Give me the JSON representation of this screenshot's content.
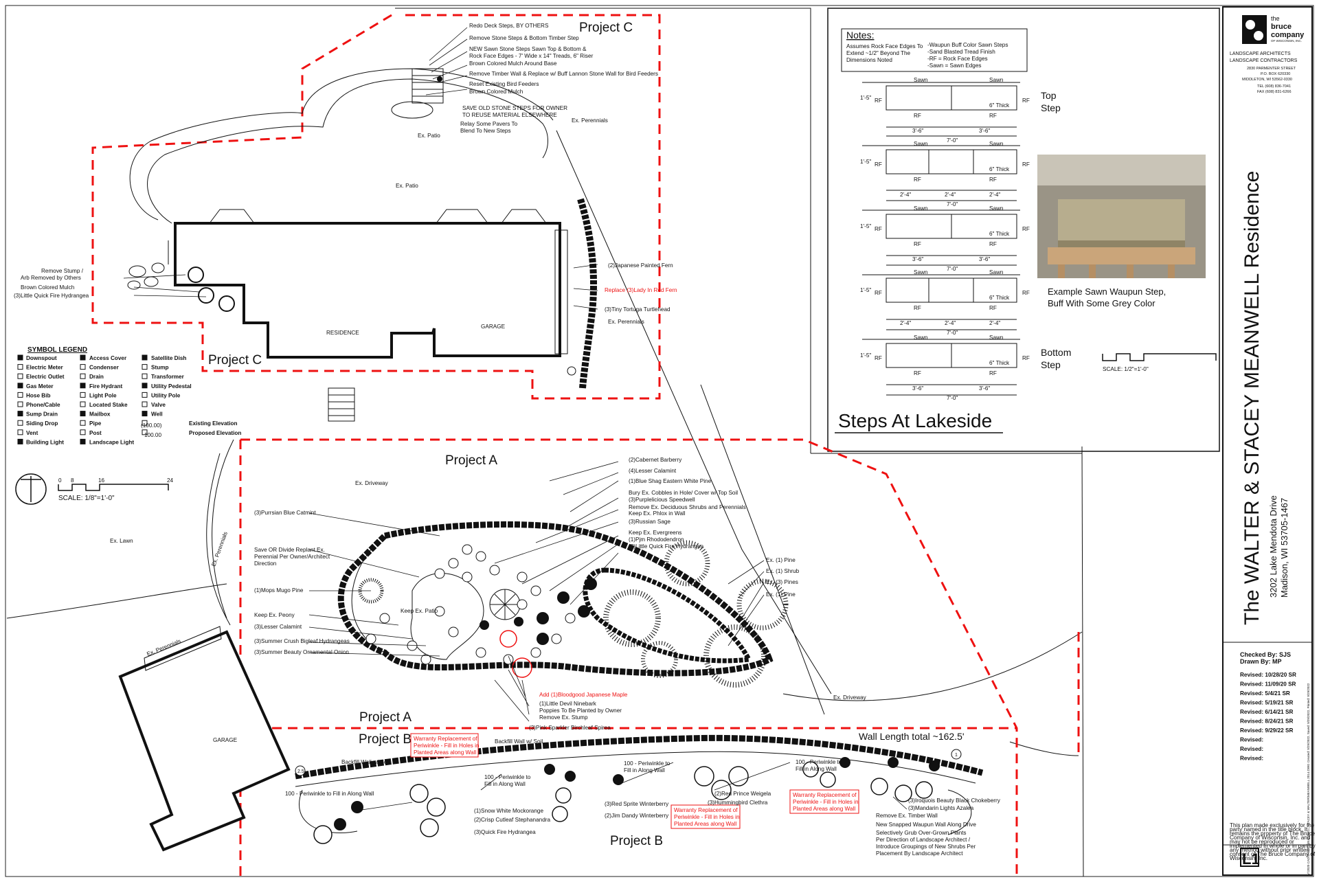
{
  "projects": {
    "c_top": "Project C",
    "c_bottom": "Project C",
    "a_top": "Project A",
    "a_bottom": "Project A",
    "b_left": "Project B",
    "b_bottom": "Project B"
  },
  "site_labels": {
    "ex_patio_upper": "Ex. Patio",
    "ex_patio_main": "Ex. Patio",
    "ex_perennials_c": "Ex. Perennials",
    "residence": "RESIDENCE",
    "garage_house": "GARAGE",
    "ex_driveway_top": "Ex. Driveway",
    "ex_lawn": "Ex. Lawn",
    "ex_perennials_side": "Ex. Perennials",
    "ex_perennials_bottom": "Ex. Perennials",
    "garage_lower": "GARAGE",
    "keep_ex_patio": "Keep Ex. Patio",
    "ex_driveway_right": "Ex. Driveway",
    "wall_length": "Wall Length total ~162.5'"
  },
  "project_c_callouts": [
    "Redo Deck Steps, BY OTHERS",
    "Remove Stone Steps & Bottom Timber Step",
    "NEW Sawn Stone Steps Sawn Top & Bottom &",
    "Rock Face Edges - 7' Wide x 14\" Treads, 6\" Riser",
    "Brown Colored Mulch Around Base",
    "Remove Timber Wall & Replace w/ Buff  Lannon Stone Wall for Bird Feeders",
    "Reset Existing Bird Feeders",
    "Brown Colored Mulch",
    "SAVE OLD STONE STEPS FOR OWNER",
    "TO REUSE MATERIAL ELSEWHERE",
    "Relay Some Pavers To",
    "Blend To New Steps"
  ],
  "project_c_left": [
    "Remove Stump /",
    "Arb Removed by Others",
    "Brown Colored Mulch",
    "(3)Little Quick Fire Hydrangea"
  ],
  "project_c_right": {
    "fern": "(2)Japanese Painted Fern",
    "replace": "Replace (3)Lady In Red Fern",
    "turtlehead": "(3)Tiny Tortuga Turtlehead",
    "perennials": "Ex. Perennials"
  },
  "legend": {
    "title": "SYMBOL LEGEND",
    "col1": [
      "Downspout",
      "Electric Meter",
      "Electric Outlet",
      "Gas Meter",
      "Hose Bib",
      "Phone/Cable",
      "Sump Drain",
      "Siding Drop",
      "Vent",
      "Building Light"
    ],
    "col2": [
      "Access Cover",
      "Condenser",
      "Drain",
      "Fire Hydrant",
      "Light Pole",
      "Located Stake",
      "Mailbox",
      "Pipe",
      "Post",
      "Landscape Light"
    ],
    "col3": [
      "Satellite Dish",
      "Stump",
      "Transformer",
      "Utility Pedestal",
      "Utility Pole",
      "Valve",
      "Well",
      "Existing Elevation",
      "Proposed Elevation"
    ],
    "elev_existing": "(100.00)",
    "elev_proposed": "100.00",
    "scale_ticks": [
      "0",
      "8",
      "16",
      "24"
    ],
    "scale": "SCALE: 1/8\"=1'-0\""
  },
  "project_a_right": [
    "(2)Cabernet Barberry",
    "(4)Lesser Calamint",
    "(1)Blue Shag Eastern White Pine",
    "Bury Ex. Cobbles in Hole/ Cover w/ Top Soil",
    "(3)Purplelicious Speedwell",
    "Remove Ex. Deciduous Shrubs and Perennials",
    "Keep Ex. Phlox in Wall",
    "(3)Russian Sage",
    "Keep Ex. Evergreens",
    "(1)Pjm Rhododendron",
    "(3)Little Quick Fire Hydrangea",
    "Ex. (1) Pine",
    "Ex. (1) Shrub",
    "Ex. (3) Pines",
    "Ex. (1) Pine"
  ],
  "project_a_left": [
    "(3)Purrsian Blue Catmint",
    "Save OR Divide Replant Ex.",
    "Perennial Per Owner/Architect",
    "Direction",
    "(1)Mops Mugo Pine",
    "Keep Ex. Peony",
    "(3)Lesser Calamint",
    "(3)Summer Crush Bigleaf Hydrangeas",
    "(3)Summer Beauty Ornamental Onion"
  ],
  "project_a_bottom": [
    "Add (1)Bloodgood Japanese Maple",
    "(1)Little Devil Ninebark",
    "Poppies To Be Planted by Owner",
    "Remove Ex. Stump",
    "(3)Pink Sparkler Birchleaf Spirea"
  ],
  "project_b": {
    "warranty1": [
      "Warranty Replacement of",
      "Periwinkle - Fill in Holes in",
      "Planted Areas along Wall"
    ],
    "warranty2": [
      "Warranty Replacement of",
      "Periwinkle - Fill in Holes in",
      "Planted Areas along Wall"
    ],
    "warranty3": [
      "Warranty Replacement of",
      "Periwinkle - Fill in Holes in",
      "Planted Areas along Wall"
    ],
    "backfill1": "Backfill Wall w/ Soil",
    "backfill2": "Backfill Wall w/ Soil",
    "peri1": [
      "100 - Periwinkle to Fill in Along Wall"
    ],
    "peri2": [
      "100 - Periwinkle to",
      "Fill in Along Wall"
    ],
    "peri3": [
      "100 - Periwinkle to",
      "Fill in Along Wall"
    ],
    "peri4": [
      "100 - Periwinkle to",
      "Fill in Along Wall"
    ],
    "plants": [
      "(1)Snow White Mockorange",
      "(2)Crisp Cutleaf Stephanandra",
      "(3)Quick Fire Hydrangea",
      "(3)Red Sprite Winterberry",
      "(2)Jim Dandy Winterberry",
      "(2)Red Prince Weigela",
      "(3)Hummingbird Clethra",
      "(3)Iroquois Beauty Black Chokeberry",
      "(3)Mandarin Lights Azalea",
      "Remove Ex. Timber Wall",
      "New Snapped Waupun Wall Along Drive",
      "Selectively Grub Over-Grown Plants",
      "Per Direction of Landscape Architect /",
      "Introduce Groupings of New Shrubs Per",
      "Placement By Landscape Architect"
    ],
    "elev_left": "2.5",
    "elev_right": "1"
  },
  "notes": {
    "heading": "Notes:",
    "left": [
      "Assumes Rock Face Edges To",
      "Extend ~1/2\" Beyond The",
      "Dimensions Noted"
    ],
    "right": [
      "-Waupun Buff Color Sawn Steps",
      "-Sand Blasted Tread Finish",
      "-RF = Rock Face Edges",
      "-Sawn = Sawn Edges"
    ]
  },
  "steps": {
    "top_label": [
      "Top",
      "Step"
    ],
    "bottom_label": [
      "Bottom",
      "Step"
    ],
    "height": "1'-5\"",
    "rf": "RF",
    "sawn": "Sawn",
    "thick": "6\" Thick",
    "d36": "3'-6\"",
    "d24": "2'-4\"",
    "d70": "7'-0\"",
    "photo_caption": [
      "Example Sawn Waupun Step,",
      "Buff With Some Grey Color"
    ],
    "scale": "SCALE: 1/2\"=1'-0\"",
    "title": "Steps At Lakeside"
  },
  "title_block": {
    "company": [
      "the",
      "bruce",
      "company"
    ],
    "company_sub": "OF WISCONSIN, INC.",
    "roles": [
      "LANDSCAPE ARCHITECTS",
      "LANDSCAPE CONTRACTORS"
    ],
    "address": [
      "2830 PARMENTER STREET",
      "P.O. BOX  620330",
      "MIDDLETON, WI  53562-0330"
    ],
    "phone": [
      "TEL  (608) 836-7041",
      "FAX  (608) 831-6266"
    ],
    "project_title": "The WALTER & STACEY MEANWELL Residence",
    "address_line1": "3202 Lake Mendota Drive",
    "address_line2": "Madison, WI 53705-1467",
    "checked": "Checked By: SJS",
    "drawn": "Drawn By: MP",
    "revisions": [
      "Revised: 10/28/20 SR",
      "Revised: 11/09/20 SR",
      "Revised: 5/4/21 SR",
      "Revised: 5/19/21 SR",
      "Revised: 6/14/21 SR",
      "Revised: 8/24/21 SR",
      "Revised: 9/29/22 SR",
      "Revised:",
      "Revised:",
      "Revised:"
    ],
    "sheet": "L1",
    "disclaimer": [
      "This plan made exclusively for the",
      "party named in the title block. It",
      "remains the property of The Bruce",
      "Company of Wisconsin, Inc. and",
      "may not be reproduced or",
      "implemented in whole or in part by",
      "any method without prior written",
      "consent of The Bruce Company of",
      "Wisconsin, Inc."
    ],
    "file_path": "V:\\2020 CAD\\WIN\\20\\MEANWELL, STACEY & WALTER\\MEANWELL 2014.DWG Created: 9/29/2022, Saved: 9/29/2022, Printed: 9/29/2022"
  },
  "colors": {
    "red": "#e11111",
    "line": "#111111"
  }
}
